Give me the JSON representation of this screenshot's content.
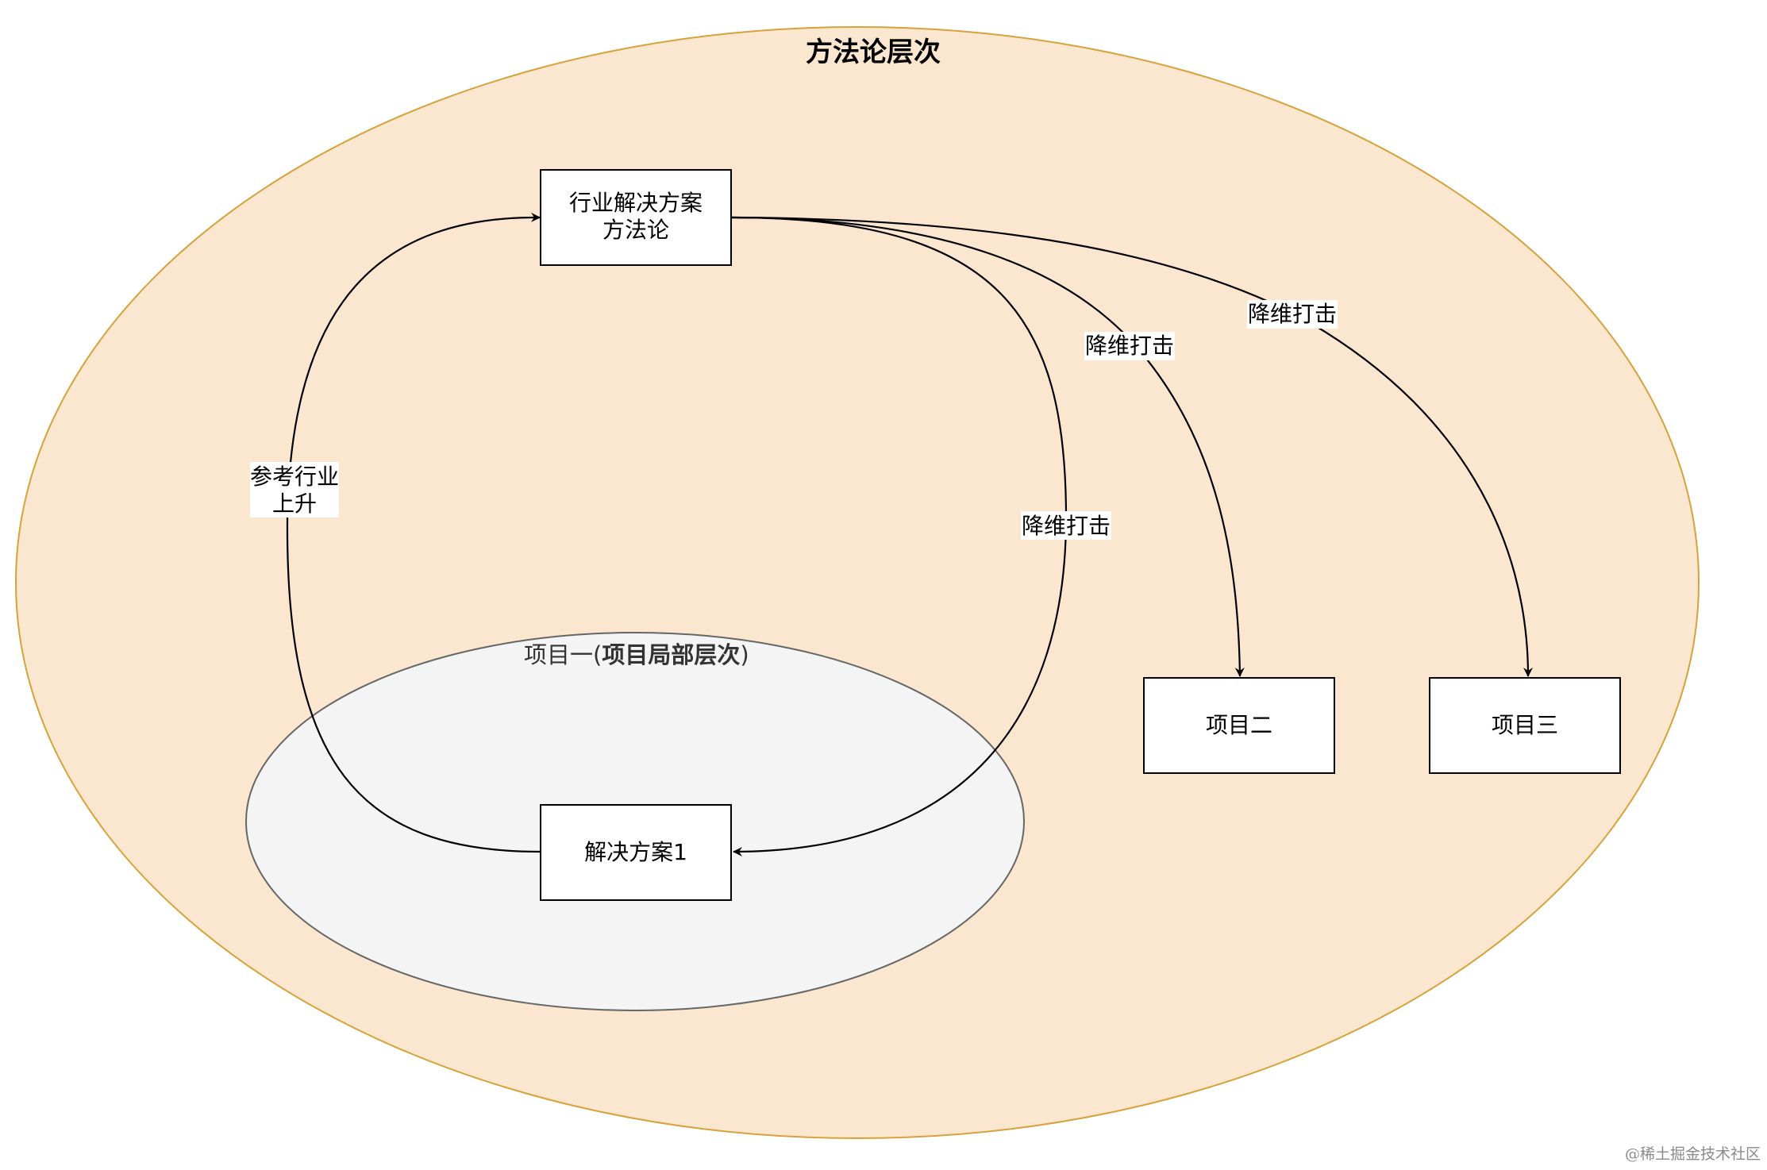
{
  "outer_region": {
    "title": "方法论层次",
    "fill": "#fbe6cf",
    "stroke": "#d6a23a"
  },
  "inner_region": {
    "title_prefix": "项目一(",
    "title_bold": "项目局部层次",
    "title_suffix": ")",
    "fill": "#f4f4f4",
    "stroke": "#666666"
  },
  "nodes": {
    "methodology": {
      "line1": "行业解决方案",
      "line2": "方法论"
    },
    "solution1": {
      "label": "解决方案1"
    },
    "project2": {
      "label": "项目二"
    },
    "project3": {
      "label": "项目三"
    }
  },
  "edges": {
    "rise": {
      "line1": "参考行业",
      "line2": "上升"
    },
    "to_solution1": {
      "label": "降维打击"
    },
    "to_project2": {
      "label": "降维打击"
    },
    "to_project3": {
      "label": "降维打击"
    }
  },
  "watermark": "@稀土掘金技术社区"
}
